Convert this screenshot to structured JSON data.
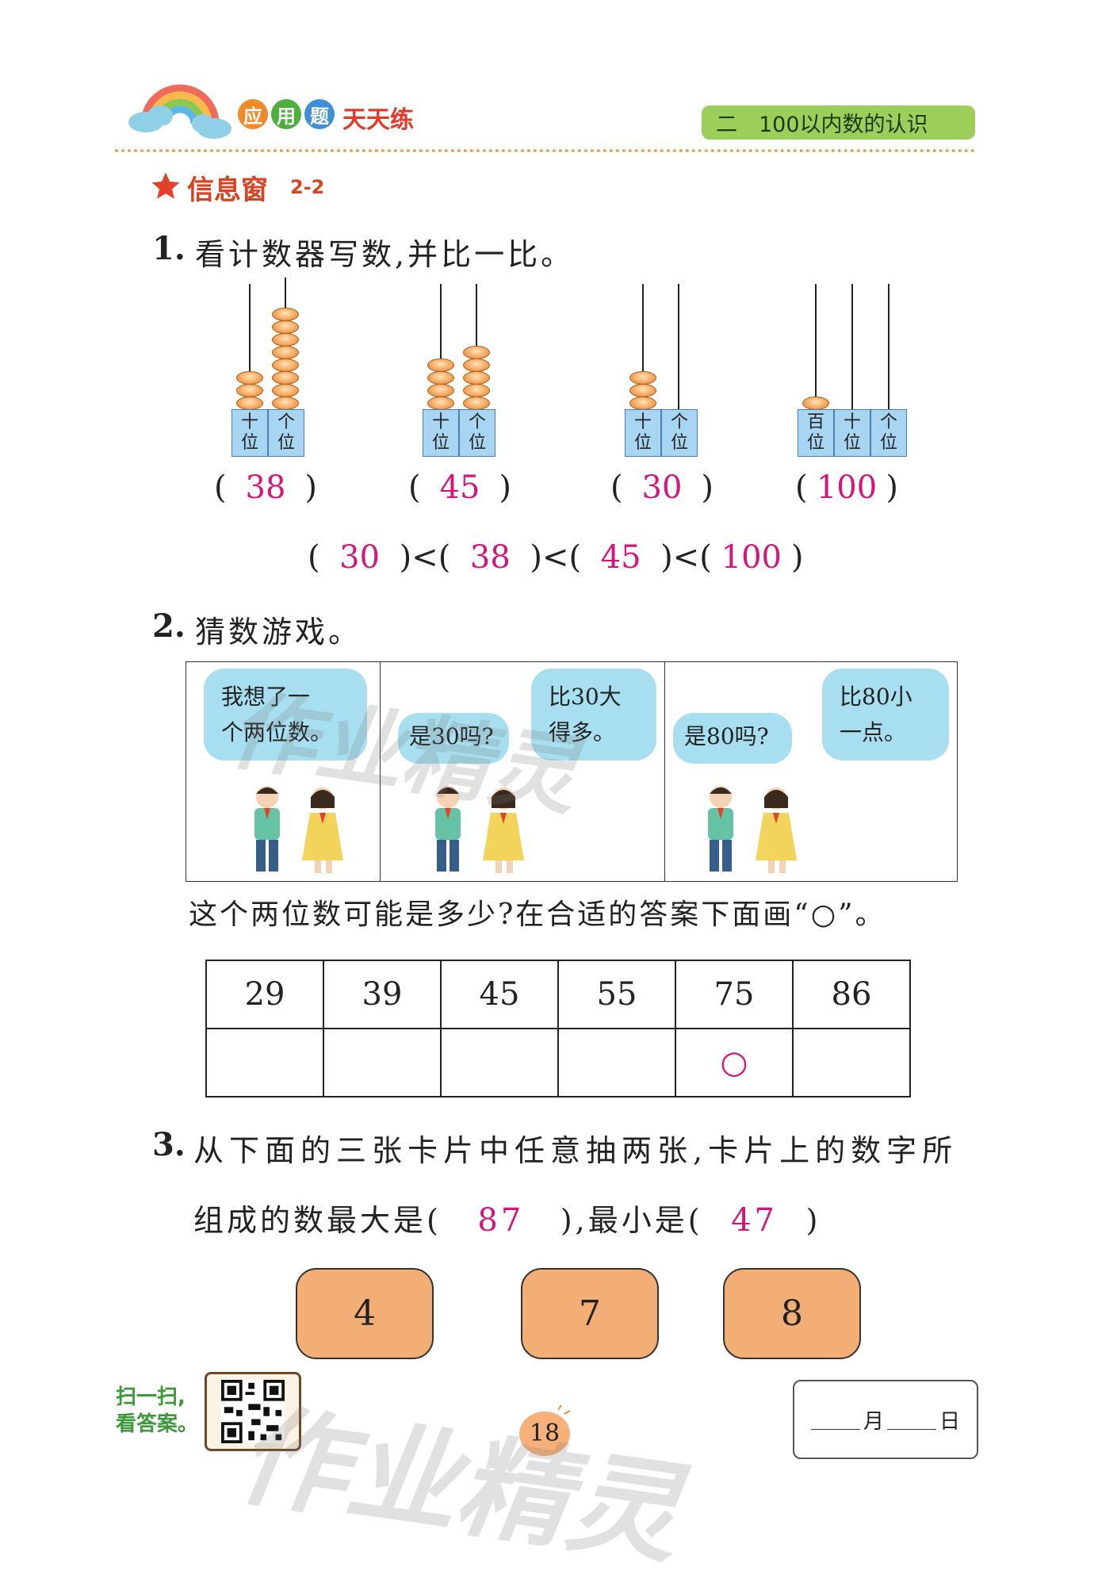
{
  "header": {
    "badges": [
      "应",
      "用",
      "题"
    ],
    "brand": "天天练",
    "unit_tag": "二　100以内数的认识",
    "section_title": "信息窗",
    "section_index": "2-2"
  },
  "q1": {
    "number": "1.",
    "prompt": "看计数器写数,并比一比。",
    "abaci": [
      {
        "places": [
          "十位",
          "个位"
        ],
        "beads": [
          3,
          8
        ],
        "answer": "38"
      },
      {
        "places": [
          "十位",
          "个位"
        ],
        "beads": [
          4,
          5
        ],
        "answer": "45"
      },
      {
        "places": [
          "十位",
          "个位"
        ],
        "beads": [
          3,
          0
        ],
        "answer": "30"
      },
      {
        "places": [
          "百位",
          "十位",
          "个位"
        ],
        "beads": [
          1,
          0,
          0
        ],
        "answer": "100"
      }
    ],
    "order_answers": [
      "30",
      "38",
      "45",
      "100"
    ]
  },
  "q2": {
    "number": "2.",
    "prompt": "猜数游戏。",
    "panels": [
      {
        "boy": "",
        "girl": "我想了一个两位数。"
      },
      {
        "boy": "是30吗?",
        "girl": "比30大得多。"
      },
      {
        "boy": "是80吗?",
        "girl": "比80小一点。"
      }
    ],
    "bubble_lines": {
      "p1_girl": [
        "我想了一",
        "个两位数。"
      ],
      "p2_boy": [
        "是30吗?"
      ],
      "p2_girl": [
        "比30大",
        "得多。"
      ],
      "p3_boy": [
        "是80吗?"
      ],
      "p3_girl": [
        "比80小",
        "一点。"
      ]
    },
    "question": "这个两位数可能是多少?在合适的答案下面画“○”。",
    "options": [
      "29",
      "39",
      "45",
      "55",
      "75",
      "86"
    ],
    "marks": [
      "",
      "",
      "",
      "",
      "○",
      ""
    ]
  },
  "q3": {
    "number": "3.",
    "prompt_line1": "从下面的三张卡片中任意抽两张,卡片上的数字所",
    "prompt_line2_a": "组成的数最大是(",
    "max_answer": "87",
    "prompt_line2_b": "),最小是(",
    "min_answer": "47",
    "prompt_line2_c": ")",
    "cards": [
      "4",
      "7",
      "8"
    ]
  },
  "footer": {
    "scan_line1": "扫一扫,",
    "scan_line2": "看答案。",
    "page_number": "18",
    "date_month": "月",
    "date_day": "日"
  },
  "watermark": "作业精灵",
  "colors": {
    "answer": "#d4157b",
    "card": "#f2ae74",
    "bubble": "#a8dff0",
    "unit_tag": "#9ccf5a",
    "section_title": "#d9431f"
  }
}
